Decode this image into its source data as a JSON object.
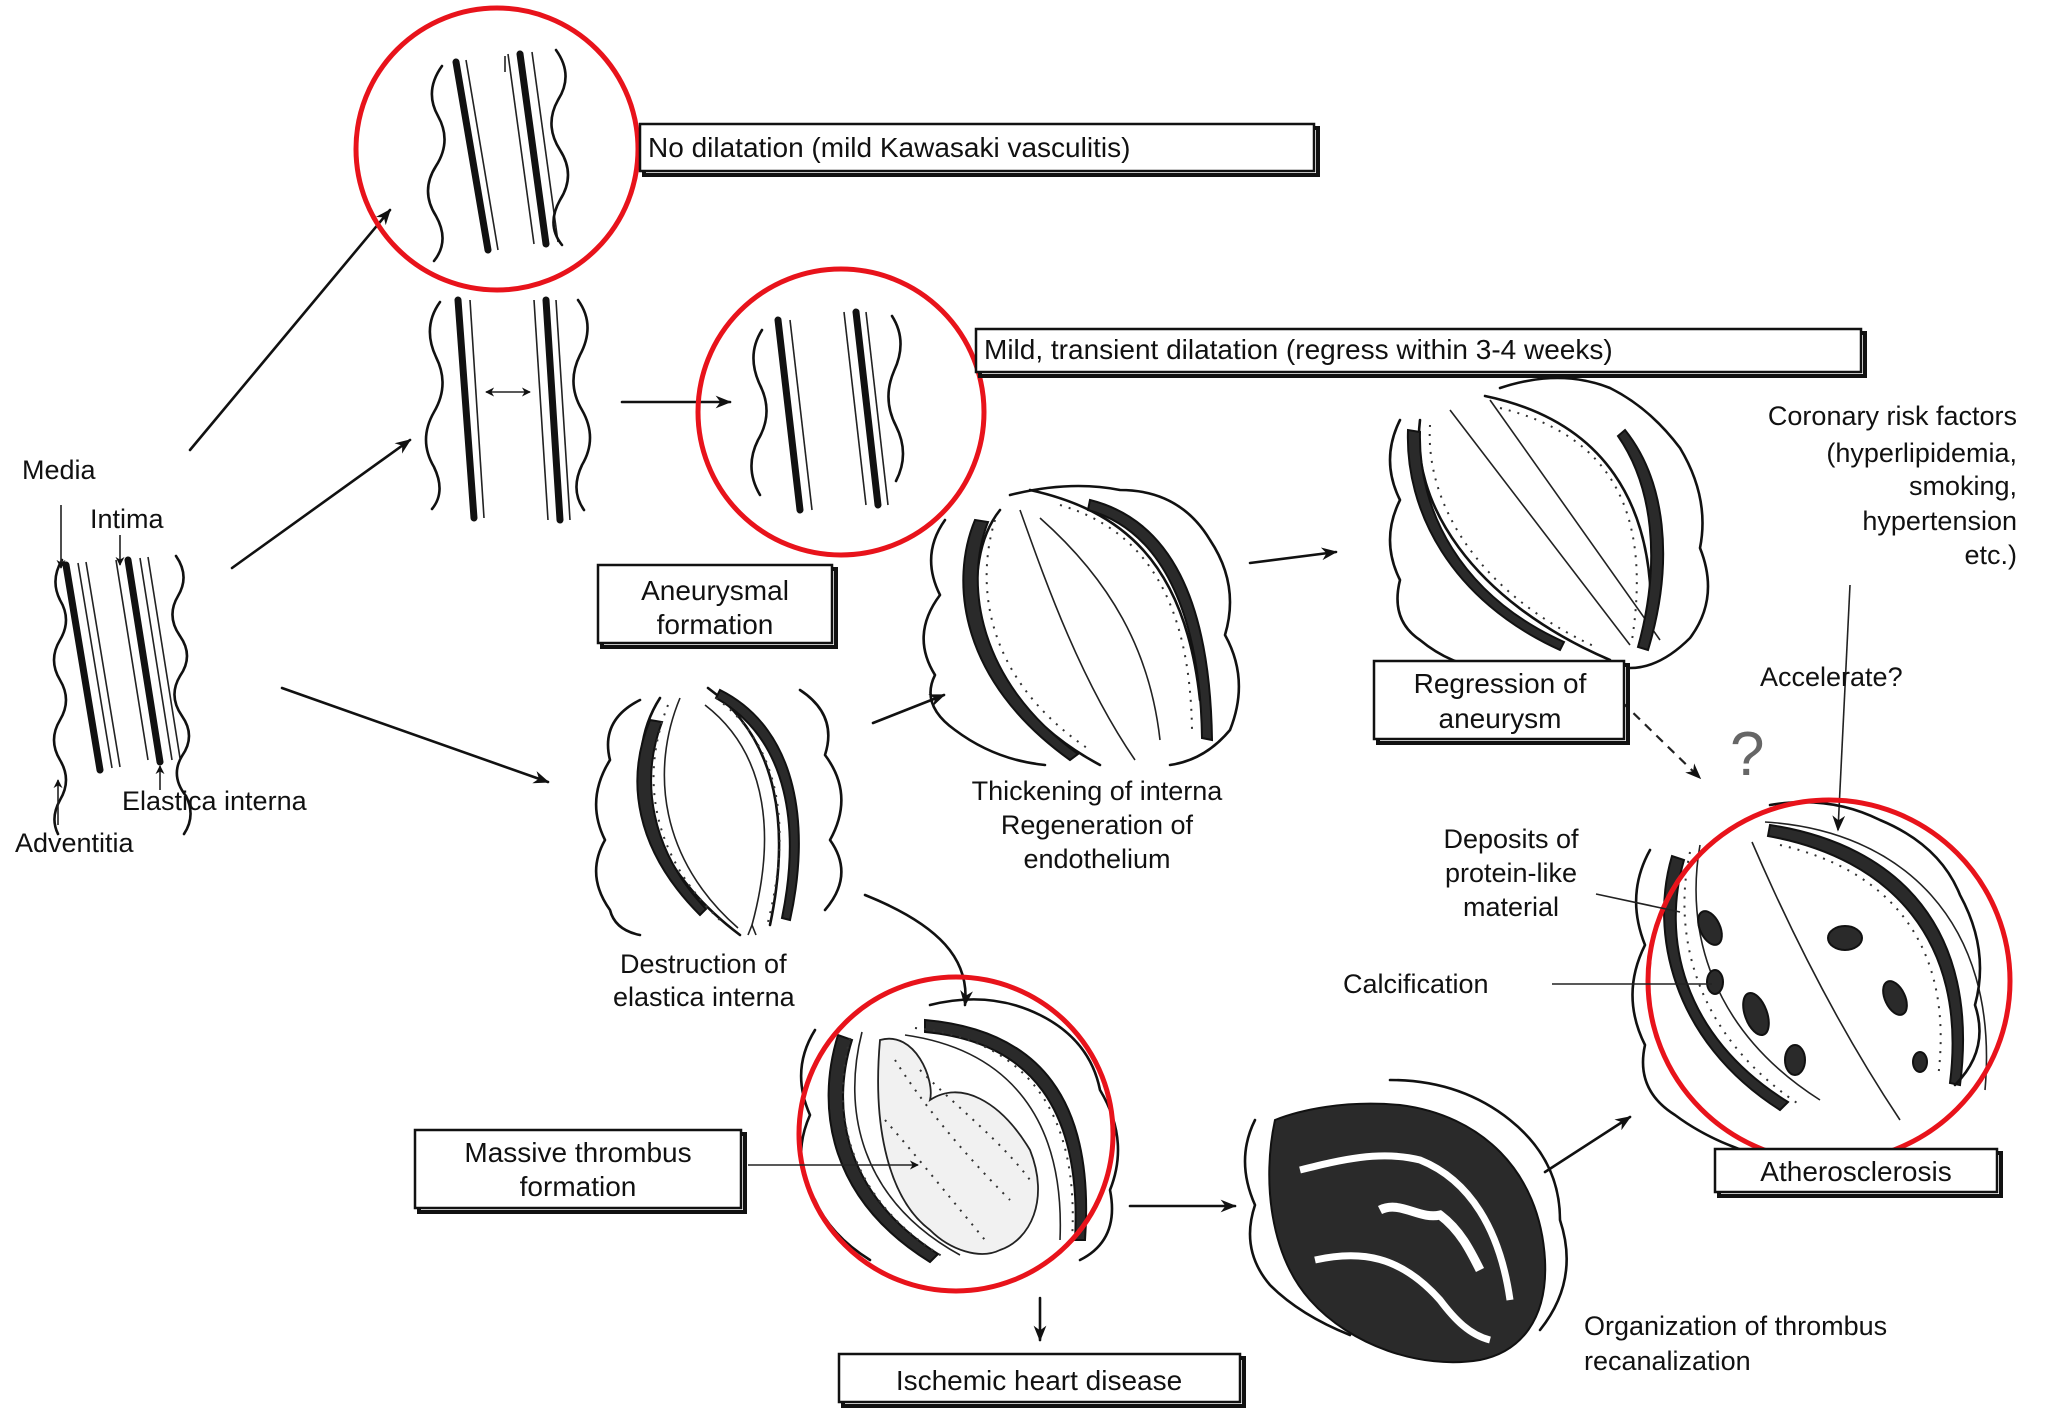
{
  "labels": {
    "media": "Media",
    "intima": "Intima",
    "elastica_interna": "Elastica interna",
    "adventitia": "Adventitia",
    "no_dilatation": "No dilatation (mild Kawasaki vasculitis)",
    "mild_transient": "Mild, transient dilatation (regress within 3-4 weeks)",
    "aneurysmal_1": "Aneurysmal",
    "aneurysmal_2": "formation",
    "thickening_1": "Thickening of interna",
    "thickening_2": "Regeneration of",
    "thickening_3": "endothelium",
    "regression_1": "Regression of",
    "regression_2": "aneurysm",
    "risk_1": "Coronary risk factors",
    "risk_2": "(hyperlipidemia,",
    "risk_3": "smoking,",
    "risk_4": "hypertension",
    "risk_5": "etc.)",
    "accelerate": "Accelerate?",
    "question": "?",
    "deposits_1": "Deposits of",
    "deposits_2": "protein-like",
    "deposits_3": "material",
    "calcification": "Calcification",
    "destruction_1": "Destruction of",
    "destruction_2": "elastica interna",
    "massive_1": "Massive thrombus",
    "massive_2": "formation",
    "organization_1": "Organization of thrombus",
    "organization_2": "recanalization",
    "ischemic": "Ischemic heart disease",
    "atherosclerosis": "Atherosclerosis"
  },
  "colors": {
    "highlight": "#e8131b",
    "ink": "#111111",
    "background": "#ffffff"
  }
}
